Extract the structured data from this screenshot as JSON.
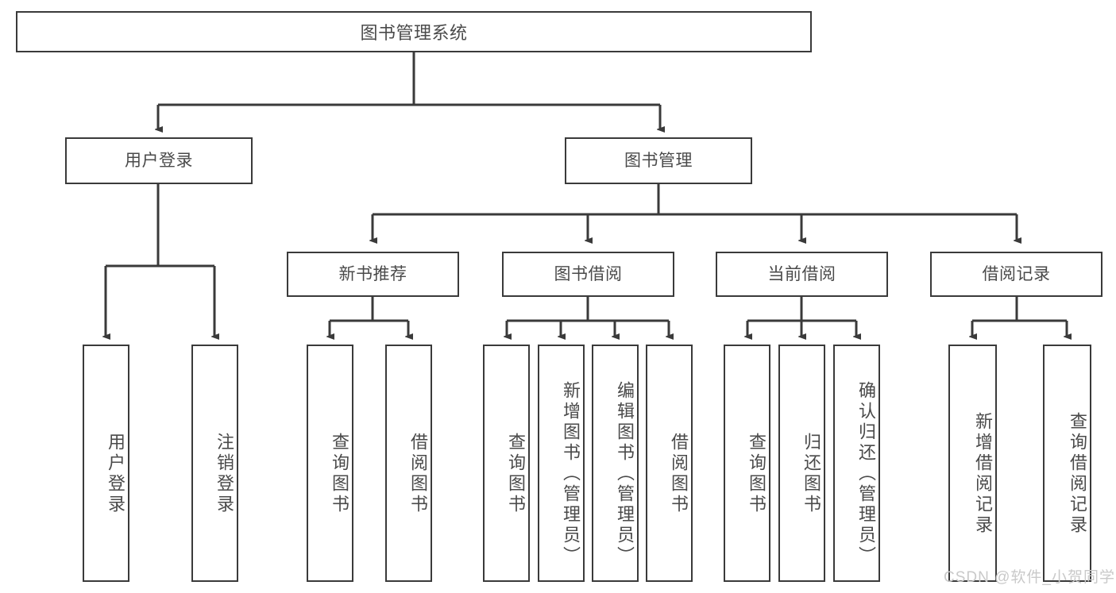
{
  "diagram": {
    "type": "tree",
    "title": "图书管理系统",
    "root": {
      "label": "图书管理系统"
    },
    "level2": [
      {
        "label": "用户登录"
      },
      {
        "label": "图书管理"
      }
    ],
    "level3": [
      {
        "label": "新书推荐"
      },
      {
        "label": "图书借阅"
      },
      {
        "label": "当前借阅"
      },
      {
        "label": "借阅记录"
      }
    ],
    "leaves": {
      "user_login": [
        {
          "label": "用户登录"
        },
        {
          "label": "注销登录"
        }
      ],
      "new_book": [
        {
          "label": "查询图书"
        },
        {
          "label": "借阅图书"
        }
      ],
      "book_borrow": [
        {
          "label": "查询图书"
        },
        {
          "label": "新增图书（管理员）"
        },
        {
          "label": "编辑图书（管理员）"
        },
        {
          "label": "借阅图书"
        }
      ],
      "current_borrow": [
        {
          "label": "查询图书"
        },
        {
          "label": "归还图书"
        },
        {
          "label": "确认归还（管理员）"
        }
      ],
      "borrow_record": [
        {
          "label": "新增借阅记录"
        },
        {
          "label": "查询借阅记录"
        }
      ]
    }
  },
  "watermark": {
    "text": "CSDN @软件_小贺同学"
  },
  "colors": {
    "border": "#3a3a3a",
    "text": "#4a4a4a",
    "line": "#3a3a3a",
    "background": "#ffffff",
    "watermark": "#c9c9c9"
  }
}
